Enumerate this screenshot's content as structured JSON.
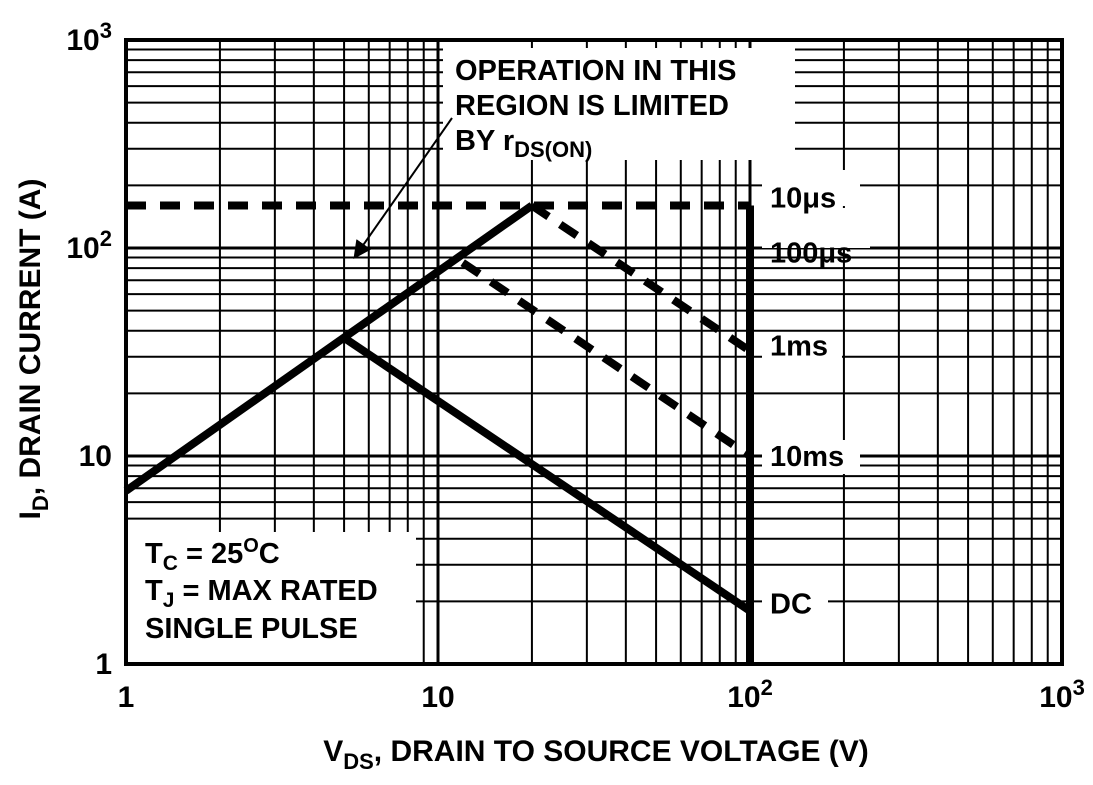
{
  "chart_data": {
    "type": "line",
    "scale": {
      "x": "log",
      "y": "log"
    },
    "xlim": [
      1,
      1000
    ],
    "ylim": [
      1,
      1000
    ],
    "grid": true,
    "x_ticks": [
      {
        "value": 1,
        "base": "1",
        "exp": ""
      },
      {
        "value": 10,
        "base": "10",
        "exp": ""
      },
      {
        "value": 100,
        "base": "10",
        "exp": "2"
      },
      {
        "value": 1000,
        "base": "10",
        "exp": "3"
      }
    ],
    "y_ticks": [
      {
        "value": 1,
        "base": "1",
        "exp": ""
      },
      {
        "value": 10,
        "base": "10",
        "exp": ""
      },
      {
        "value": 100,
        "base": "10",
        "exp": "2"
      },
      {
        "value": 1000,
        "base": "10",
        "exp": "3"
      }
    ],
    "xlabel": {
      "main": "V",
      "sub": "DS",
      "rest": ", DRAIN TO SOURCE VOLTAGE (V)"
    },
    "ylabel": {
      "main": "I",
      "sub": "D",
      "rest": ", DRAIN CURRENT (A)"
    },
    "series": [
      {
        "label": "DC",
        "style": "solid",
        "points": [
          [
            5,
            37
          ],
          [
            100,
            1.8
          ]
        ]
      },
      {
        "label": "10ms",
        "style": "dashed",
        "points": [
          [
            12,
            85
          ],
          [
            100,
            10
          ]
        ]
      },
      {
        "label": "1ms",
        "style": "dashed",
        "points": [
          [
            20,
            160
          ],
          [
            100,
            32
          ]
        ]
      }
    ],
    "limits": [
      {
        "name": "rds_on_limit",
        "style": "solid",
        "points": [
          [
            1,
            6.8
          ],
          [
            20,
            160
          ]
        ]
      },
      {
        "name": "current_limit",
        "style": "dashed",
        "points": [
          [
            1,
            160
          ],
          [
            100,
            160
          ]
        ]
      },
      {
        "name": "voltage_limit",
        "style": "solid",
        "points": [
          [
            100,
            1
          ],
          [
            100,
            160
          ]
        ]
      }
    ],
    "curve_labels": [
      {
        "text": "10μs",
        "y": 175
      },
      {
        "text": "100μs",
        "y": 95
      },
      {
        "text": "1ms",
        "y": 34
      },
      {
        "text": "10ms",
        "y": 10
      },
      {
        "text": "DC",
        "y": 1.95
      }
    ],
    "annotation": {
      "lines": [
        "OPERATION IN THIS",
        "REGION IS LIMITED"
      ],
      "line3_main": "BY r",
      "line3_sub": "DS(ON)",
      "arrow_target": [
        5.4,
        90
      ]
    },
    "conditions": {
      "tc_main": "T",
      "tc_sub": "C",
      "tc_mid": " = 25",
      "tc_sup": "O",
      "tc_end": "C",
      "tj_main": "T",
      "tj_sub": "J",
      "tj_rest": " = MAX RATED",
      "pulse": "SINGLE PULSE"
    }
  }
}
